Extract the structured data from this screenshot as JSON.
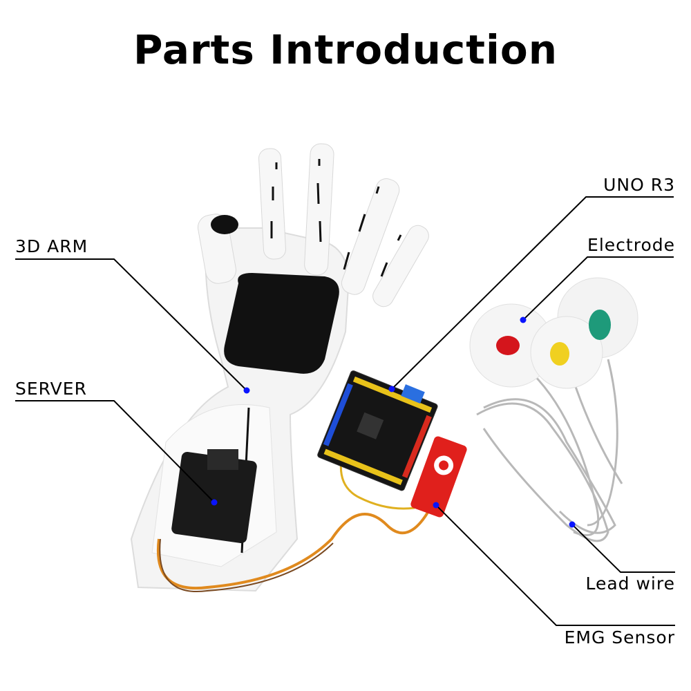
{
  "title": "Parts Introduction",
  "labels": {
    "arm": "3D ARM",
    "server": "SERVER",
    "uno": "UNO R3",
    "electrode": "Electrode",
    "lead_wire": "Lead wire",
    "emg_sensor": "EMG Sensor"
  },
  "colors": {
    "marker": "#0a14ff",
    "callout_line": "#000000",
    "sensor": "#e0201c"
  }
}
